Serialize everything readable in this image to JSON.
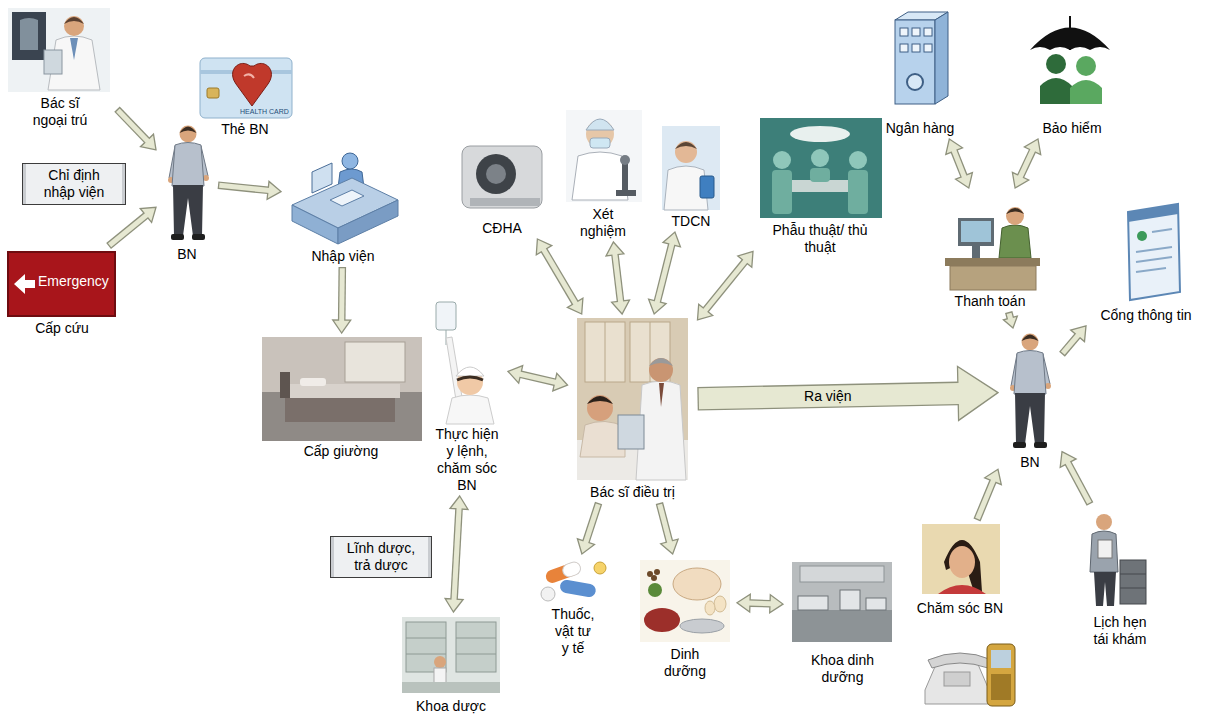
{
  "diagram": {
    "nodes": [
      {
        "text": [
          "Bác sĩ ngoại trú"
        ]
      },
      {
        "text": [
          "Thẻ BN"
        ]
      },
      {
        "text": [
          "Chỉ định nhập viện"
        ]
      },
      {
        "text": [
          "BN"
        ]
      },
      {
        "text": [
          "Nhập viện"
        ]
      },
      {
        "text": [
          "Cấp cứu"
        ]
      },
      {
        "text": [
          "CĐHA"
        ]
      },
      {
        "text": [
          "Xét nghiệm"
        ]
      },
      {
        "text": [
          "TDCN"
        ]
      },
      {
        "text": [
          "Phẫu thuật/ thủ thuật"
        ]
      },
      {
        "text": [
          "Ngân hàng"
        ]
      },
      {
        "text": [
          "Bảo hiểm"
        ]
      },
      {
        "text": [
          "Thanh toán"
        ]
      },
      {
        "text": [
          "Cổng thông tin"
        ]
      },
      {
        "text": [
          "Cấp giường"
        ]
      },
      {
        "text": [
          "Thực hiện y lệnh, chăm sóc BN"
        ]
      },
      {
        "text": [
          "Bác sĩ điều trị"
        ]
      },
      {
        "text": [
          "BN"
        ]
      },
      {
        "text": [
          "Thuốc, vật tư y tế"
        ]
      },
      {
        "text": [
          "Dinh dưỡng"
        ]
      },
      {
        "text": [
          "Khoa dinh dưỡng"
        ]
      },
      {
        "text": [
          "Chăm sóc BN"
        ]
      },
      {
        "text": [
          "Lịch hẹn tái khám"
        ]
      },
      {
        "text": [
          "Khoa dược"
        ]
      }
    ],
    "edges": [
      {
        "from": 0,
        "to": 3,
        "arrow": "to"
      },
      {
        "from": 5,
        "to": 3,
        "arrow": "to"
      },
      {
        "from": 3,
        "to": 4,
        "arrow": "to"
      },
      {
        "from": 4,
        "to": 14,
        "arrow": "to"
      },
      {
        "from": 6,
        "to": 16,
        "arrow": "both"
      },
      {
        "from": 7,
        "to": 16,
        "arrow": "both"
      },
      {
        "from": 8,
        "to": 16,
        "arrow": "both"
      },
      {
        "from": 9,
        "to": 16,
        "arrow": "both"
      },
      {
        "from": 10,
        "to": 12,
        "arrow": "both"
      },
      {
        "from": 11,
        "to": 12,
        "arrow": "both"
      },
      {
        "from": 15,
        "to": 16,
        "arrow": "both"
      },
      {
        "from": 16,
        "to": 17,
        "label": "Ra viện",
        "arrow": "to"
      },
      {
        "from": 12,
        "to": 17,
        "arrow": "to"
      },
      {
        "from": 17,
        "to": 13,
        "arrow": "to"
      },
      {
        "from": 21,
        "to": 17,
        "arrow": "to"
      },
      {
        "from": 22,
        "to": 17,
        "arrow": "to"
      },
      {
        "from": 16,
        "to": 18,
        "arrow": "to"
      },
      {
        "from": 16,
        "to": 19,
        "arrow": "to"
      },
      {
        "from": 19,
        "to": 20,
        "arrow": "both"
      },
      {
        "from": 15,
        "to": 23,
        "label": "Lĩnh dược, trả dược",
        "arrow": "both"
      }
    ],
    "labels": [
      "Emergency",
      "HEALTH CARD"
    ]
  }
}
